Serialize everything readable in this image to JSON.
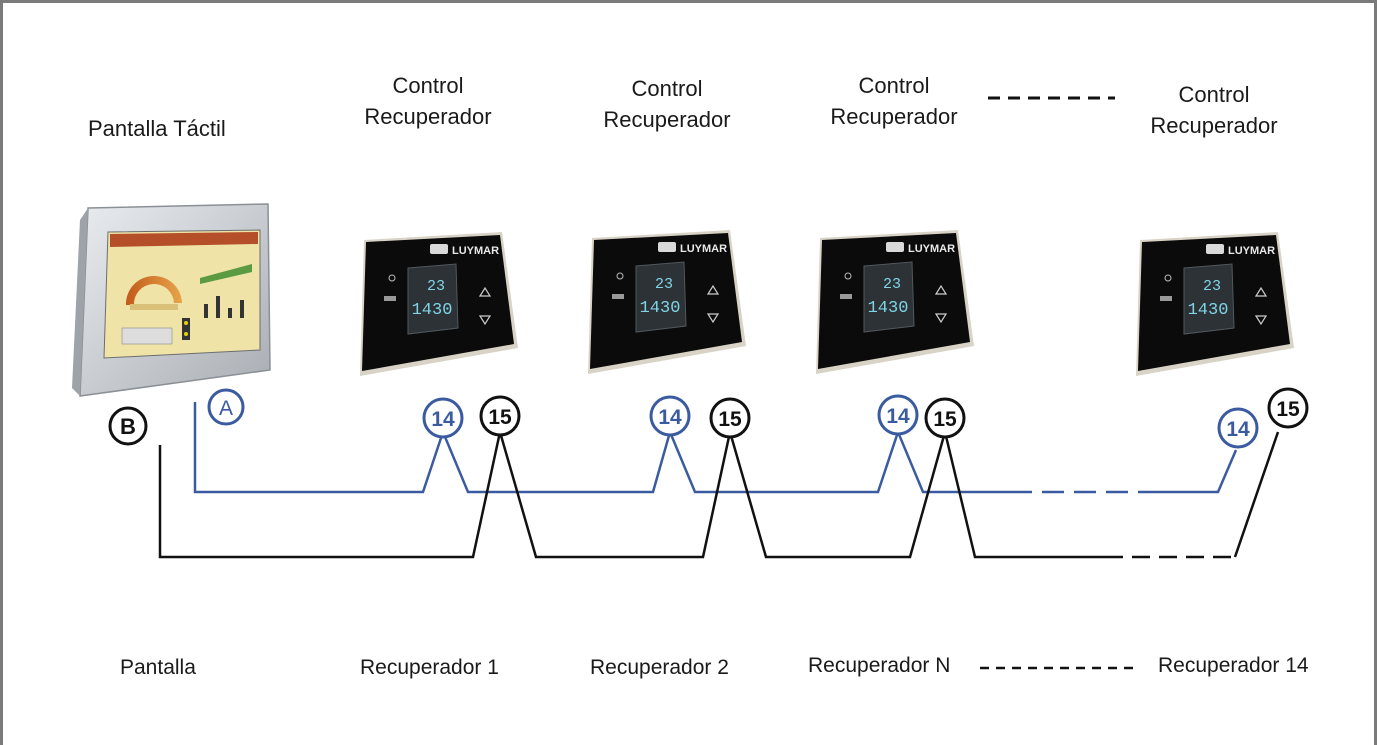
{
  "header": {
    "screen_title": "Pantalla  Táctil",
    "control_line1": "Control",
    "control_line2": "Recuperador"
  },
  "devices": [
    {
      "kind": "touch-screen",
      "caption": "Pantalla",
      "terminals": [
        "B",
        "A"
      ]
    },
    {
      "kind": "controller",
      "brand": "LUYMAR",
      "caption": "Recuperador 1",
      "temp": "23",
      "time": "1430",
      "terminals": [
        "14",
        "15"
      ]
    },
    {
      "kind": "controller",
      "brand": "LUYMAR",
      "caption": "Recuperador 2",
      "temp": "23",
      "time": "1430",
      "terminals": [
        "14",
        "15"
      ]
    },
    {
      "kind": "controller",
      "brand": "LUYMAR",
      "caption": "Recuperador N",
      "temp": "23",
      "time": "1430",
      "terminals": [
        "14",
        "15"
      ]
    },
    {
      "kind": "controller",
      "brand": "LUYMAR",
      "caption": "Recuperador 14",
      "temp": "23",
      "time": "1430",
      "terminals": [
        "14",
        "15"
      ]
    }
  ],
  "colors": {
    "bus_a": "#3a5ba0",
    "bus_b": "#111111",
    "frame": "#7a7a7a"
  }
}
